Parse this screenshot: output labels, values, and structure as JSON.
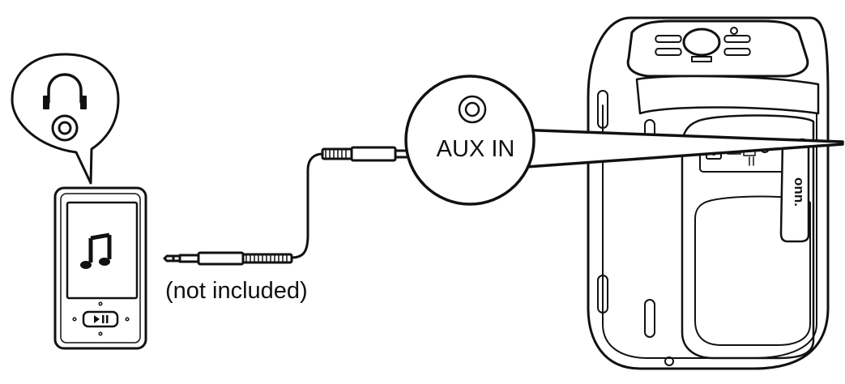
{
  "diagram": {
    "aux_label": "AUX IN",
    "cable_note": "(not included)",
    "speaker_logo": "onn."
  },
  "colors": {
    "line": "#111111",
    "background": "#ffffff"
  },
  "icons": [
    "headphones-icon",
    "headphone-jack-icon",
    "music-note-icon",
    "play-pause-icon",
    "aux-in-jack-icon"
  ]
}
